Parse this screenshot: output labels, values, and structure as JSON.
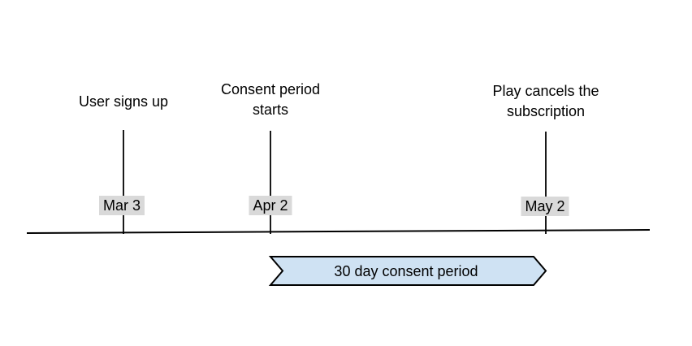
{
  "diagram": {
    "events": [
      {
        "label": "User signs up",
        "date": "Mar 3"
      },
      {
        "label": "Consent period starts",
        "date": "Apr 2"
      },
      {
        "label": "Play cancels the subscription",
        "date": "May 2"
      }
    ],
    "banner": {
      "label": "30 day consent period"
    },
    "colors": {
      "banner_fill": "#cfe2f3",
      "banner_border": "#000000",
      "date_badge_bg": "#d9d9d9",
      "line_color": "#000000",
      "text_color": "#000000",
      "background": "#ffffff"
    }
  }
}
